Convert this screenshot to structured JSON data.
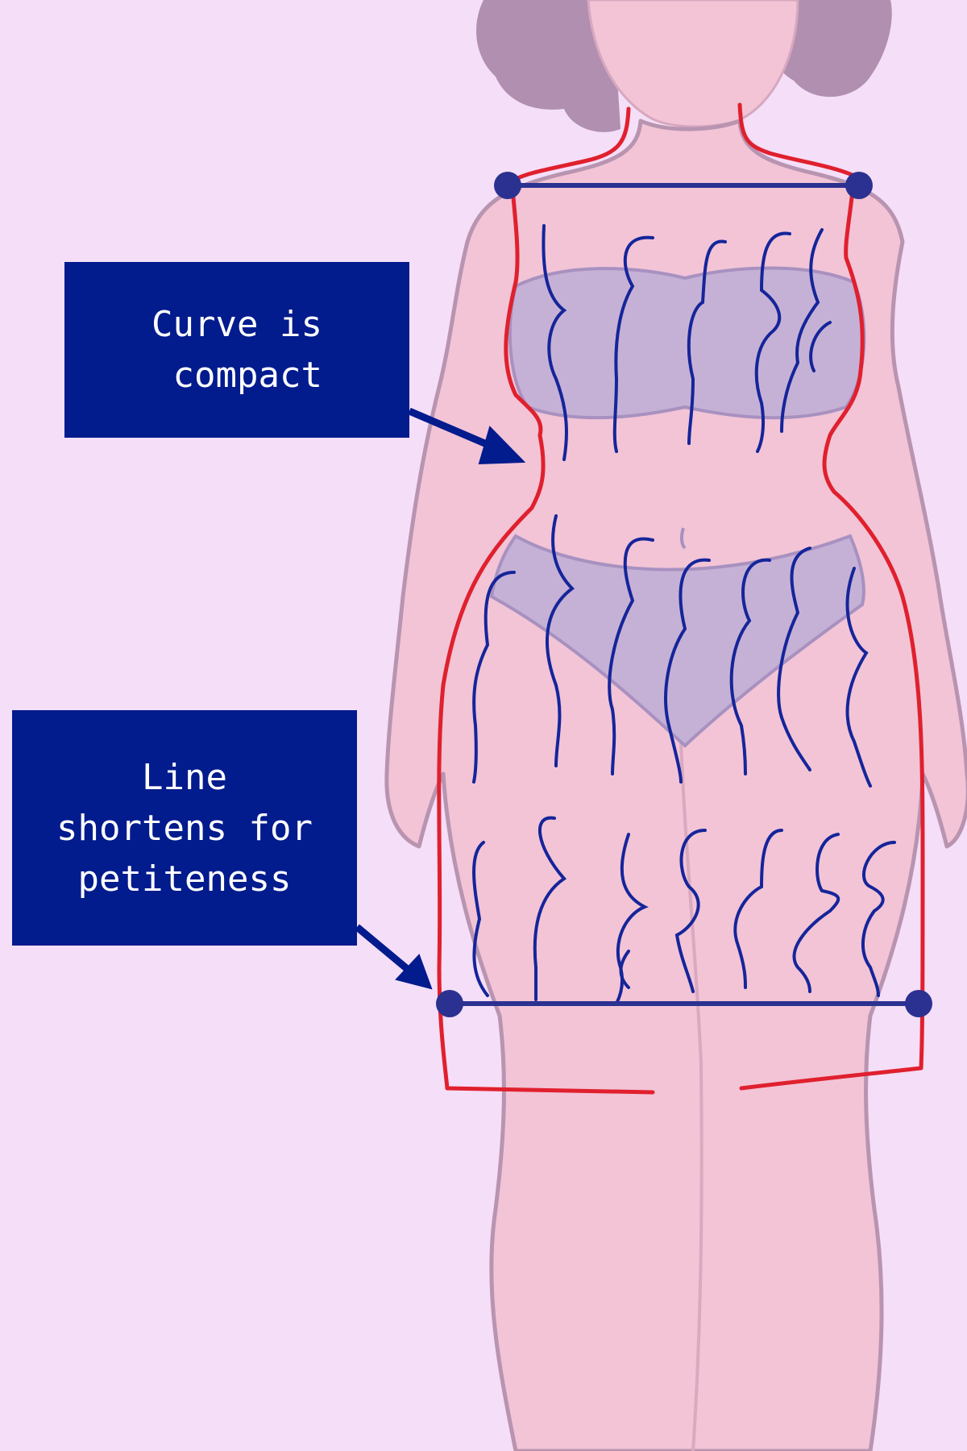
{
  "callouts": [
    {
      "id": "compact",
      "lines": [
        "Curve is",
        " compact"
      ]
    },
    {
      "id": "petite",
      "lines": [
        "Line",
        "shortens for",
        "petiteness"
      ]
    }
  ],
  "colors": {
    "background": "#f5def7",
    "skin": "#f2c4d6",
    "skin_outline": "#b894b0",
    "hair": "#b08fb0",
    "underwear": "#c6b1d6",
    "outline_red": "#e0202e",
    "squiggle_blue": "#15259a",
    "measure_line": "#2b3190",
    "callout_box": "#021b8d",
    "callout_text": "#ffffff"
  },
  "icons": [
    "measurement-dot",
    "pointer-arrow"
  ]
}
